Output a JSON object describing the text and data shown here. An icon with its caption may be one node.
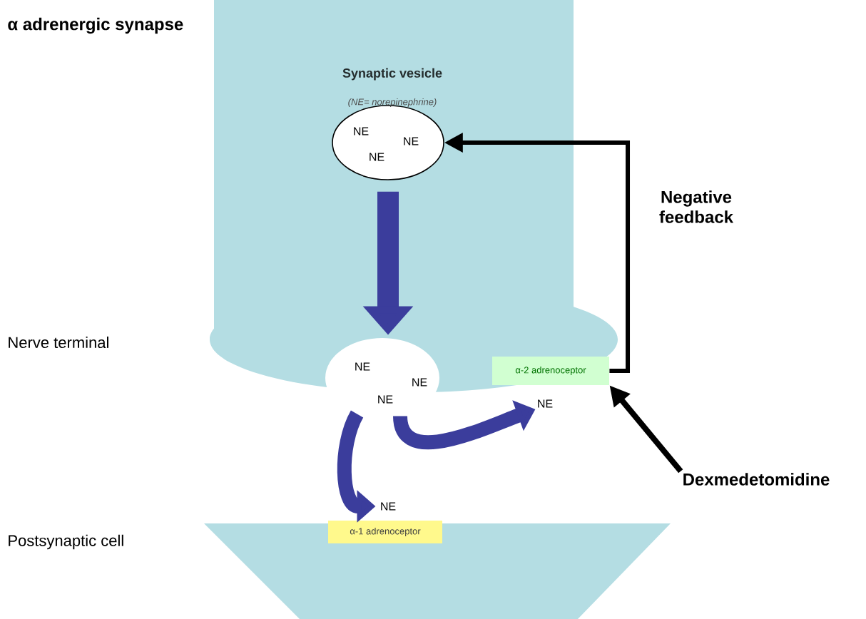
{
  "diagram": {
    "title": "α adrenergic synapse",
    "nodes": [
      {
        "text": [
          "Synaptic vesicle",
          "(NE= norepinephrine)",
          "NE",
          "NE",
          "NE"
        ]
      },
      {
        "text": [
          "NE",
          "NE",
          "NE"
        ]
      },
      {
        "text": [
          "α-2 adrenoceptor"
        ]
      },
      {
        "text": [
          "NE"
        ]
      },
      {
        "text": [
          "NE"
        ]
      },
      {
        "text": [
          "α-1 adrenoceptor"
        ]
      },
      {
        "text": [
          "Dexmedetomidine"
        ]
      }
    ],
    "edges": [
      {
        "from": 0,
        "to": 1,
        "arrow": "to",
        "color": "#3b3d9c"
      },
      {
        "from": 1,
        "to": 4,
        "arrow": "to",
        "color": "#3b3d9c"
      },
      {
        "from": 1,
        "to": 3,
        "arrow": "to",
        "color": "#3b3d9c"
      },
      {
        "from": 6,
        "to": 2,
        "arrow": "to",
        "color": "#000000"
      },
      {
        "from": 2,
        "to": 0,
        "arrow": "to",
        "label": "Negative feedback",
        "color": "#000000"
      }
    ],
    "labels": [
      "Nerve terminal",
      "Postsynaptic cell"
    ]
  }
}
